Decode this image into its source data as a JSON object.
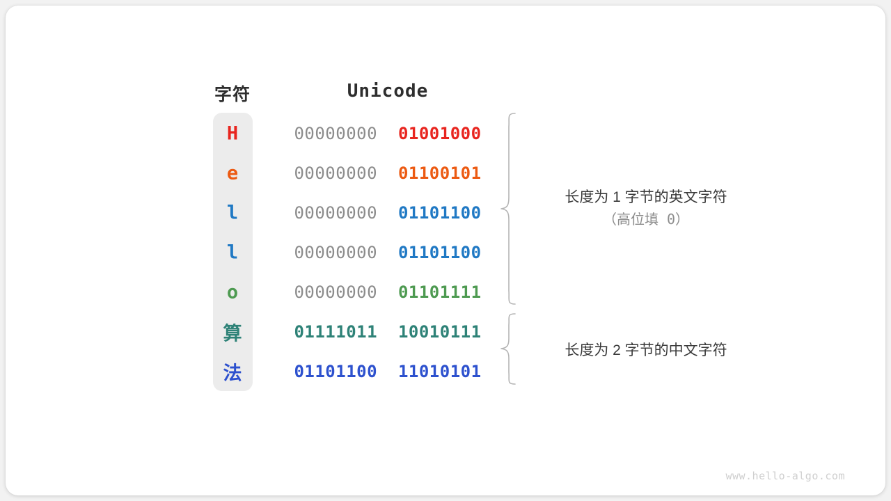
{
  "page": {
    "background": "#f2f2f2",
    "card_background": "#ffffff",
    "watermark": "www.hello-algo.com"
  },
  "table": {
    "headers": {
      "character": "字符",
      "unicode": "Unicode"
    },
    "pad_byte_color": "#8c8c8c",
    "rows": [
      {
        "char": "H",
        "script": "latin",
        "high_byte": "00000000",
        "low_byte": "01001000",
        "high_byte_is_padding": true,
        "color": "#e8251f"
      },
      {
        "char": "e",
        "script": "latin",
        "high_byte": "00000000",
        "low_byte": "01100101",
        "high_byte_is_padding": true,
        "color": "#ec5a12"
      },
      {
        "char": "l",
        "script": "latin",
        "high_byte": "00000000",
        "low_byte": "01101100",
        "high_byte_is_padding": true,
        "color": "#2079c4"
      },
      {
        "char": "l",
        "script": "latin",
        "high_byte": "00000000",
        "low_byte": "01101100",
        "high_byte_is_padding": true,
        "color": "#2079c4"
      },
      {
        "char": "o",
        "script": "latin",
        "high_byte": "00000000",
        "low_byte": "01101111",
        "high_byte_is_padding": true,
        "color": "#4e9a51"
      },
      {
        "char": "算",
        "script": "han",
        "high_byte": "01111011",
        "low_byte": "10010111",
        "high_byte_is_padding": false,
        "color": "#2e8277"
      },
      {
        "char": "法",
        "script": "han",
        "high_byte": "01101100",
        "low_byte": "11010101",
        "high_byte_is_padding": false,
        "color": "#2d51ce"
      }
    ]
  },
  "annotations": [
    {
      "main": "长度为 1 字节的英文字符",
      "sub": "（高位填 0）",
      "brace_color": "#b5b5b5"
    },
    {
      "main": "长度为 2 字节的中文字符",
      "sub": "",
      "brace_color": "#b5b5b5"
    }
  ]
}
